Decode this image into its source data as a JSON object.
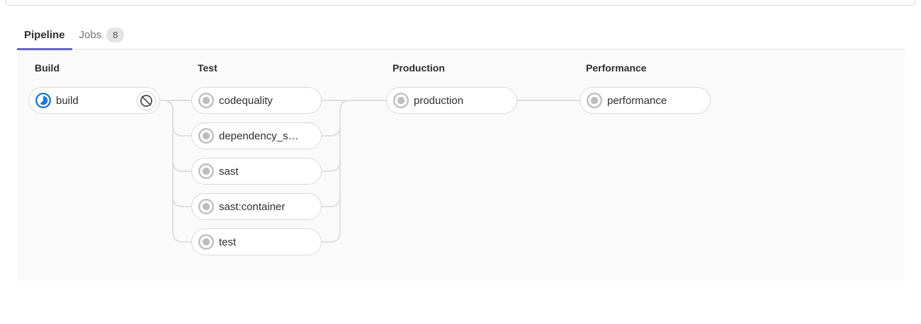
{
  "tabs": [
    {
      "label": "Pipeline",
      "active": true
    },
    {
      "label": "Jobs",
      "badge": "8",
      "active": false
    }
  ],
  "pipeline": {
    "stages": [
      {
        "title": "Build",
        "jobs": [
          {
            "label": "build",
            "status": "running",
            "status_icon": "running-spinner-icon",
            "action": "cancel"
          }
        ]
      },
      {
        "title": "Test",
        "jobs": [
          {
            "label": "codequality",
            "status": "created",
            "status_icon": "created-dot-icon"
          },
          {
            "label": "dependency_s…",
            "status": "created",
            "status_icon": "created-dot-icon"
          },
          {
            "label": "sast",
            "status": "created",
            "status_icon": "created-dot-icon"
          },
          {
            "label": "sast:container",
            "status": "created",
            "status_icon": "created-dot-icon"
          },
          {
            "label": "test",
            "status": "created",
            "status_icon": "created-dot-icon"
          }
        ]
      },
      {
        "title": "Production",
        "jobs": [
          {
            "label": "production",
            "status": "created",
            "status_icon": "created-dot-icon"
          }
        ]
      },
      {
        "title": "Performance",
        "jobs": [
          {
            "label": "performance",
            "status": "created",
            "status_icon": "created-dot-icon"
          }
        ]
      }
    ]
  },
  "colors": {
    "running_blue": "#1f78d1",
    "created_gray": "#bdbdbd",
    "active_tab_indicator": "#6666c4",
    "connector_line": "#dfdfdf",
    "graph_background": "#fafafa",
    "pill_border": "#d9d9d9",
    "cancel_icon": "#565656"
  }
}
